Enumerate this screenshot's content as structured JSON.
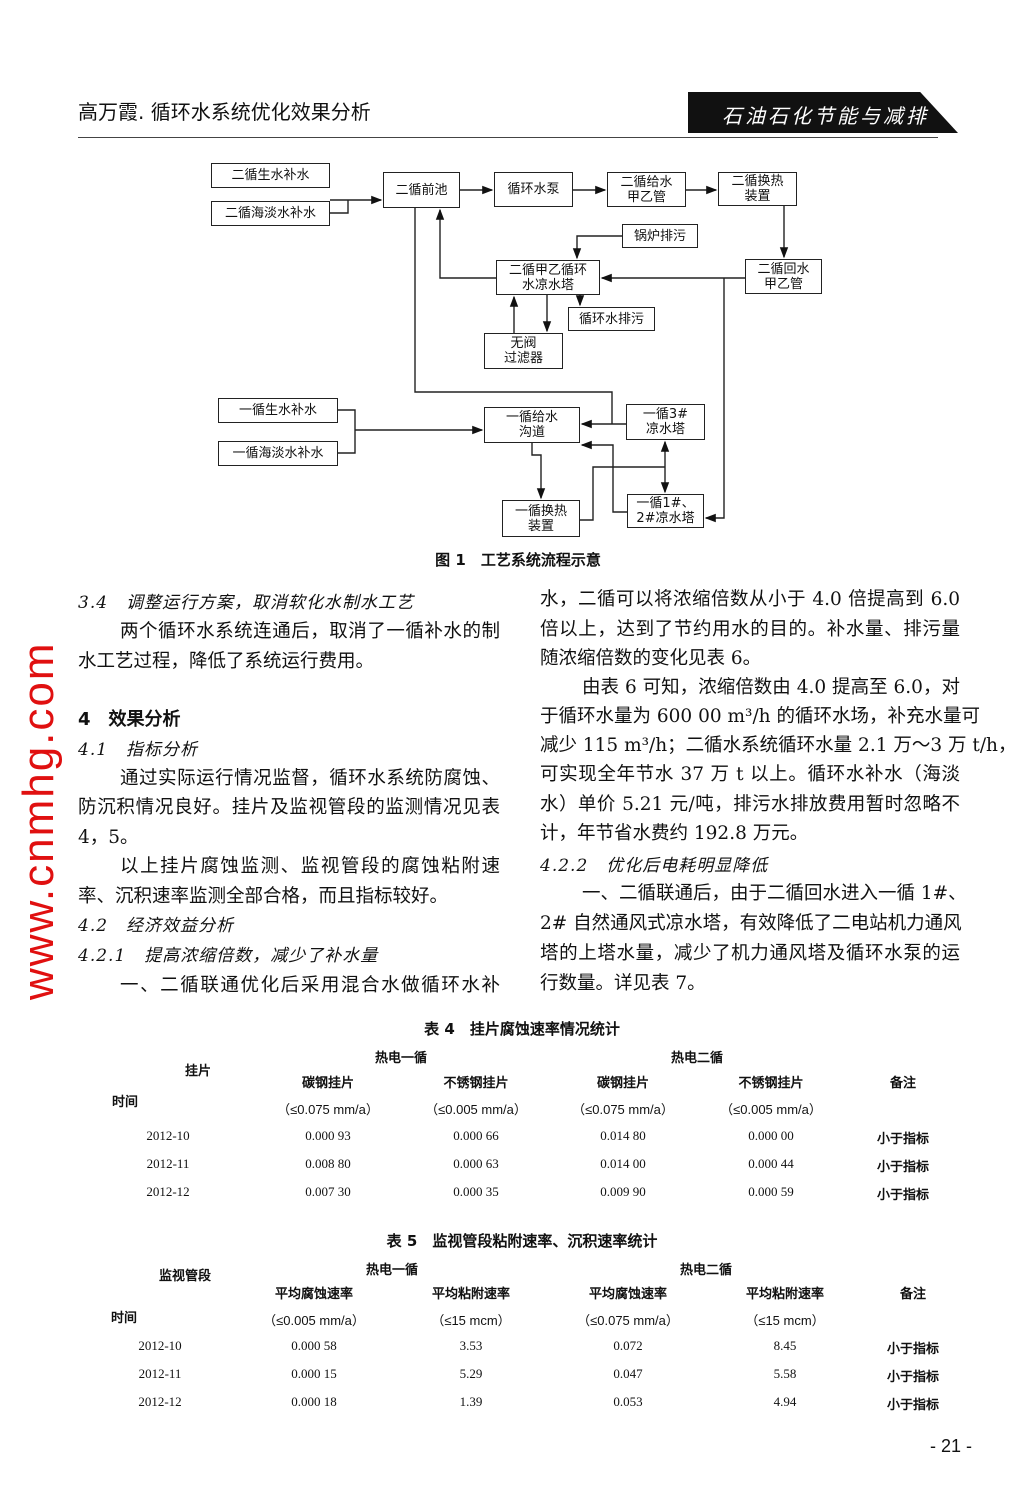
{
  "header": {
    "title": "高万霞. 循环水系统优化效果分析",
    "journal": "石油石化节能与减排"
  },
  "figure1": {
    "boxes": {
      "b2_raw": "二循生水补水",
      "b2_sea": "二循海淡水补水",
      "b2_pool": "二循前池",
      "pump": "循环水泵",
      "b2_supply": "二循给水\n甲乙管",
      "b2_hx": "二循换热\n装置",
      "boiler": "锅炉排污",
      "b2_tower": "二循甲乙循环\n水凉水塔",
      "b2_return": "二循回水\n甲乙管",
      "blowdown": "循环水排污",
      "filter": "无阀\n过滤器",
      "b1_raw": "一循生水补水",
      "b1_sea": "一循海淡水补水",
      "b1_channel": "一循给水\n沟道",
      "b1_tower3": "一循3#\n凉水塔",
      "b1_hx": "一循换热\n装置",
      "b1_tower12": "一循1#、\n2#凉水塔"
    },
    "caption": "图 1　工艺系统流程示意"
  },
  "left_column": [
    {
      "t": "3.4　调整运行方案，取消软化水制水工艺",
      "k": "h"
    },
    {
      "t": "两个循环水系统连通后，取消了一循补水的制",
      "k": "i"
    },
    {
      "t": "水工艺过程，降低了系统运行费用。",
      "k": "e"
    },
    {
      "t": "4　效果分析",
      "k": "b"
    },
    {
      "t": "4.1　指标分析",
      "k": "h"
    },
    {
      "t": "通过实际运行情况监督，循环水系统防腐蚀、",
      "k": "i"
    },
    {
      "t": "防沉积情况良好。挂片及监视管段的监测情况见表",
      "k": "n"
    },
    {
      "t": "4，5。",
      "k": "e"
    },
    {
      "t": "以上挂片腐蚀监测、监视管段的腐蚀粘附速",
      "k": "i"
    },
    {
      "t": "率、沉积速率监测全部合格，而且指标较好。",
      "k": "e"
    },
    {
      "t": "4.2　经济效益分析",
      "k": "h"
    },
    {
      "t": "4.2.1　提高浓缩倍数，减少了补水量",
      "k": "h"
    },
    {
      "t": "一、二循联通优化后采用混合水做循环水补",
      "k": "i"
    }
  ],
  "right_column": [
    {
      "t": "水，二循可以将浓缩倍数从小于 4.0 倍提高到 6.0",
      "k": "n"
    },
    {
      "t": "倍以上，达到了节约用水的目的。补水量、排污量",
      "k": "n"
    },
    {
      "t": "随浓缩倍数的变化见表 6。",
      "k": "e"
    },
    {
      "t": "由表 6 可知，浓缩倍数由 4.0 提高至 6.0，对",
      "k": "i"
    },
    {
      "t": "于循环水量为 600 00 m³/h 的循环水场，补充水量可",
      "k": "n"
    },
    {
      "t": "减少 115 m³/h；二循水系统循环水量 2.1 万～3 万 t/h，",
      "k": "n"
    },
    {
      "t": "可实现全年节水 37 万 t 以上。循环水补水（海淡",
      "k": "n"
    },
    {
      "t": "水）单价 5.21 元/吨，排污水排放费用暂时忽略不",
      "k": "n"
    },
    {
      "t": "计，年节省水费约 192.8 万元。",
      "k": "e"
    },
    {
      "t": "4.2.2　优化后电耗明显降低",
      "k": "h"
    },
    {
      "t": "一、二循联通后，由于二循回水进入一循 1#、",
      "k": "i"
    },
    {
      "t": "2# 自然通风式凉水塔，有效降低了二电站机力通风",
      "k": "n"
    },
    {
      "t": "塔的上塔水量，减少了机力通风塔及循环水泵的运",
      "k": "n"
    },
    {
      "t": "行数量。详见表 7。",
      "k": "e"
    }
  ],
  "table4": {
    "title": "表 4　挂片腐蚀速率情况统计",
    "corner_top": "挂片",
    "corner_bottom": "时间",
    "group1": "热电一循",
    "group2": "热电二循",
    "cols": [
      "碳钢挂片",
      "不锈钢挂片",
      "碳钢挂片",
      "不锈钢挂片",
      "备注"
    ],
    "units": [
      "（≤0.075 mm/a）",
      "（≤0.005 mm/a）",
      "（≤0.075 mm/a）",
      "（≤0.005 mm/a）"
    ],
    "rows": [
      [
        "2012-10",
        "0.000 93",
        "0.000 66",
        "0.014 80",
        "0.000 00",
        "小于指标"
      ],
      [
        "2012-11",
        "0.008 80",
        "0.000 63",
        "0.014 00",
        "0.000 44",
        "小于指标"
      ],
      [
        "2012-12",
        "0.007 30",
        "0.000 35",
        "0.009 90",
        "0.000 59",
        "小于指标"
      ]
    ]
  },
  "table5": {
    "title": "表 5　监视管段粘附速率、沉积速率统计",
    "corner_top": "监视管段",
    "corner_bottom": "时间",
    "group1": "热电一循",
    "group2": "热电二循",
    "cols": [
      "平均腐蚀速率",
      "平均粘附速率",
      "平均腐蚀速率",
      "平均粘附速率",
      "备注"
    ],
    "units": [
      "（≤0.005 mm/a）",
      "（≤15 mcm）",
      "（≤0.075 mm/a）",
      "（≤15 mcm）"
    ],
    "rows": [
      [
        "2012-10",
        "0.000 58",
        "3.53",
        "0.072",
        "8.45",
        "小于指标"
      ],
      [
        "2012-11",
        "0.000 15",
        "5.29",
        "0.047",
        "5.58",
        "小于指标"
      ],
      [
        "2012-12",
        "0.000 18",
        "1.39",
        "0.053",
        "4.94",
        "小于指标"
      ]
    ]
  },
  "watermark": "www.cnmhg.com",
  "page_number": "- 21 -"
}
